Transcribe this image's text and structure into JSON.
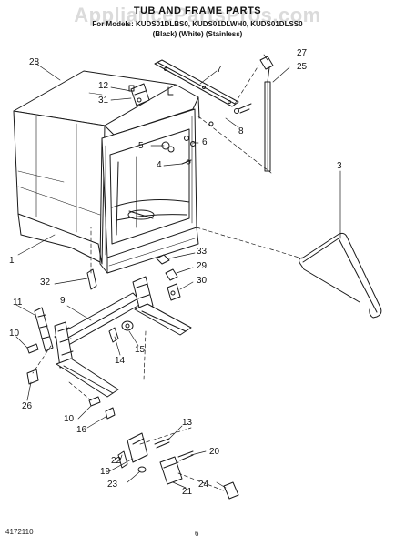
{
  "header": {
    "title": "TUB AND FRAME PARTS",
    "models_line": "For Models: KUDS01DLBS0, KUDS01DLWH0, KUDS01DLSS0",
    "colors_line": "(Black)    (White)    (Stainless)"
  },
  "watermark": "AppliancePartsPros.com",
  "callouts": {
    "c1": "1",
    "c3": "3",
    "c4": "4",
    "c5": "5",
    "c6": "6",
    "c7": "7",
    "c8": "8",
    "c9": "9",
    "c10a": "10",
    "c10b": "10",
    "c11": "11",
    "c12": "12",
    "c13": "13",
    "c14": "14",
    "c15": "15",
    "c16": "16",
    "c19": "19",
    "c20": "20",
    "c21": "21",
    "c22": "22",
    "c23": "23",
    "c24": "24",
    "c25": "25",
    "c26": "26",
    "c27": "27",
    "c28": "28",
    "c29": "29",
    "c30": "30",
    "c31": "31",
    "c32": "32",
    "c33": "33"
  },
  "footer": {
    "date": "4172110",
    "page": "6"
  },
  "colors": {
    "line": "#1a1a1a",
    "watermark": "#bdbdbd"
  }
}
